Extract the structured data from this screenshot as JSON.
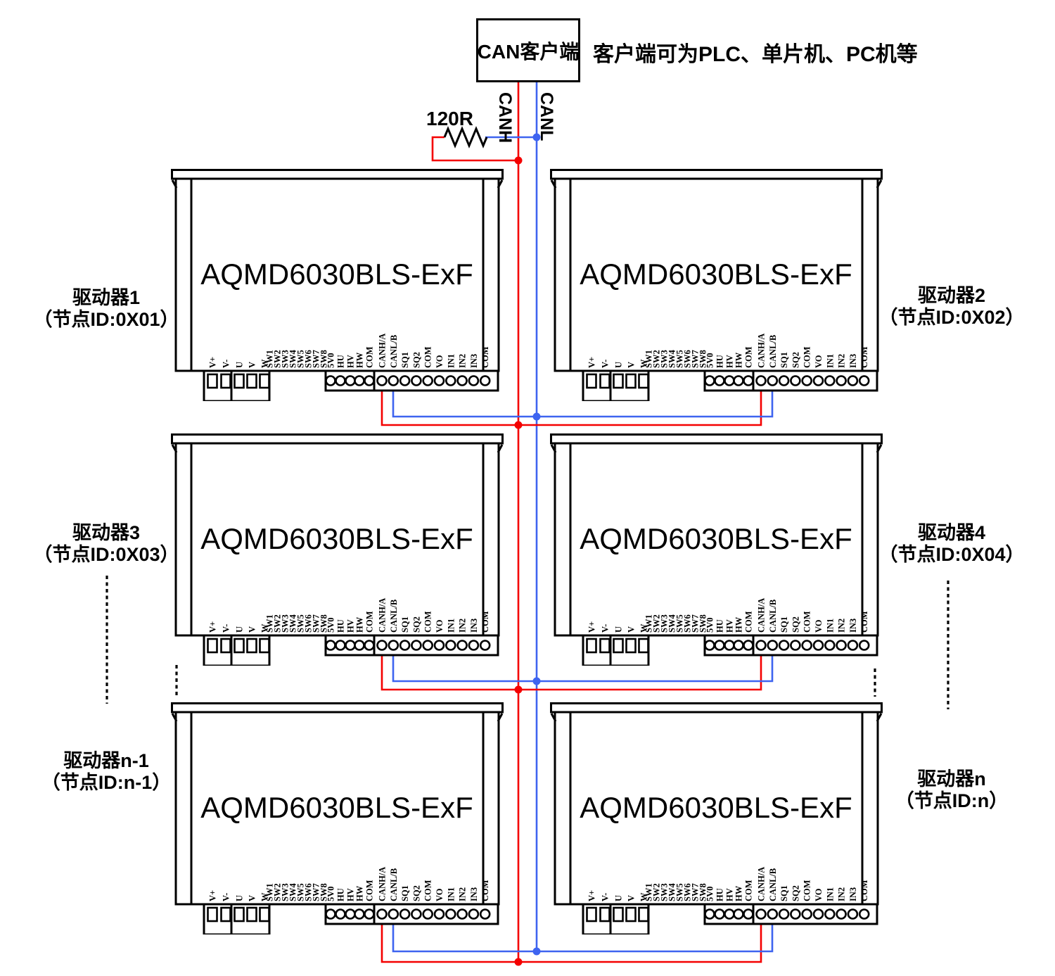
{
  "client": {
    "label": "CAN客户端",
    "note": "客户端可为PLC、单片机、PC机等"
  },
  "bus": {
    "canh_label": "CANH",
    "canl_label": "CANL",
    "terminator_label": "120R",
    "canh_color": "#f40000",
    "canl_color": "#3e64f0"
  },
  "driver_model": "AQMD6030BLS-ExF",
  "terminals": {
    "power_labels": [
      "V+",
      "V-"
    ],
    "motor_labels": [
      "U",
      "V",
      "W"
    ],
    "dip_labels": [
      "SW1",
      "SW2",
      "SW3",
      "SW4",
      "SW5",
      "SW6",
      "SW7",
      "SW8"
    ],
    "hall_labels": [
      "5V0",
      "HU",
      "HV",
      "HW",
      "COM"
    ],
    "io_labels": [
      "CANH/A",
      "CANL/B",
      "SQ1",
      "SQ2",
      "COM",
      "VO",
      "IN1",
      "IN2",
      "IN3",
      "COM"
    ]
  },
  "drivers": [
    {
      "name": "驱动器1",
      "node_id": "（节点ID:0X01）"
    },
    {
      "name": "驱动器2",
      "node_id": "（节点ID:0X02）"
    },
    {
      "name": "驱动器3",
      "node_id": "（节点ID:0X03）"
    },
    {
      "name": "驱动器4",
      "node_id": "（节点ID:0X04）"
    },
    {
      "name": "驱动器n-1",
      "node_id": "（节点ID:n-1）"
    },
    {
      "name": "驱动器n",
      "node_id": "（节点ID:n）"
    }
  ]
}
